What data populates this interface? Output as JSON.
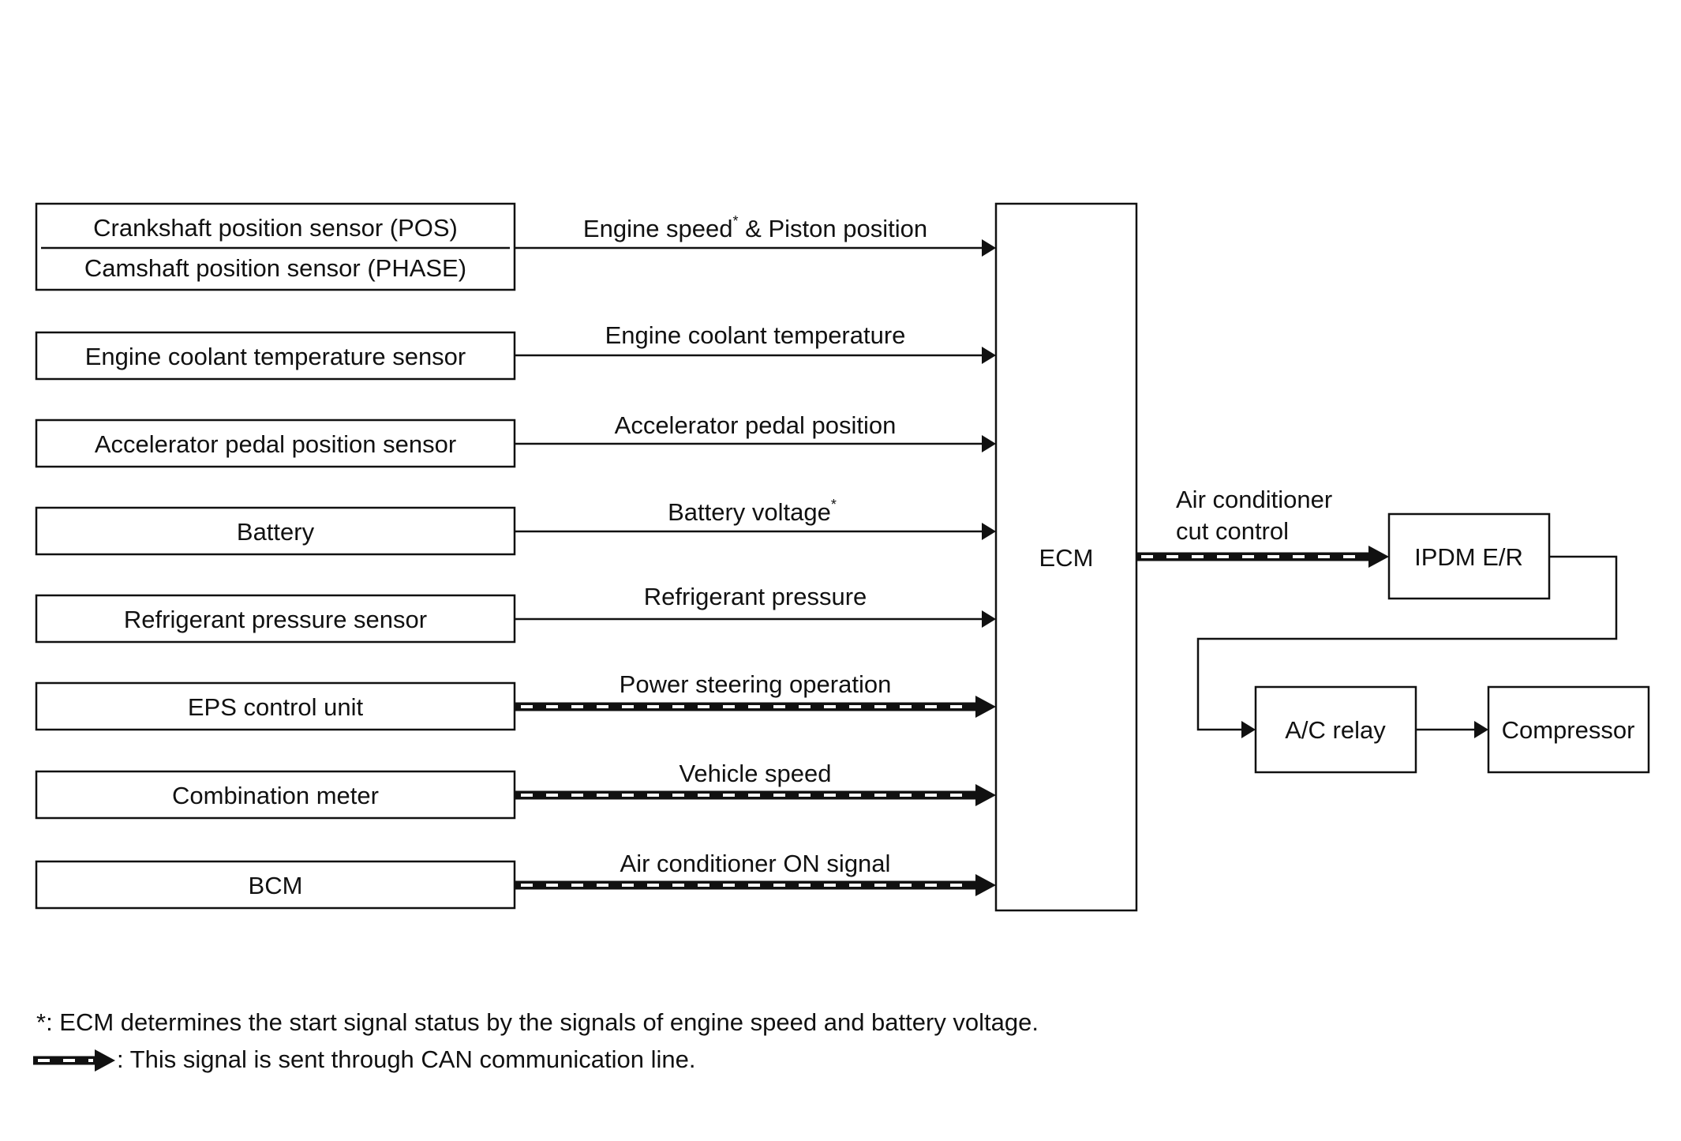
{
  "inputs": {
    "crank_sensor": "Crankshaft position sensor (POS)",
    "cam_sensor": "Camshaft position sensor (PHASE)",
    "coolant_sensor": "Engine coolant temperature sensor",
    "accel_sensor": "Accelerator pedal position sensor",
    "battery": "Battery",
    "refrig_sensor": "Refrigerant pressure sensor",
    "eps_unit": "EPS control unit",
    "combo_meter": "Combination meter",
    "bcm": "BCM"
  },
  "signals": {
    "engine_speed": "Engine speed",
    "engine_speed_star": "*",
    "piston_position": " & Piston position",
    "coolant_temp": "Engine coolant temperature",
    "accel_pos": "Accelerator pedal position",
    "battery_voltage": "Battery voltage",
    "battery_voltage_star": "*",
    "refrig_pressure": "Refrigerant pressure",
    "power_steering": "Power steering operation",
    "vehicle_speed": "Vehicle speed",
    "ac_on_signal": "Air conditioner ON signal",
    "ac_cut_line1": "Air conditioner",
    "ac_cut_line2": "cut control"
  },
  "units": {
    "ecm": "ECM",
    "ipdm": "IPDM E/R",
    "ac_relay": "A/C relay",
    "compressor": "Compressor"
  },
  "notes": {
    "footnote": "*: ECM determines the start signal status by the signals of engine speed and battery voltage.",
    "legend": ": This signal is sent through CAN communication line."
  }
}
